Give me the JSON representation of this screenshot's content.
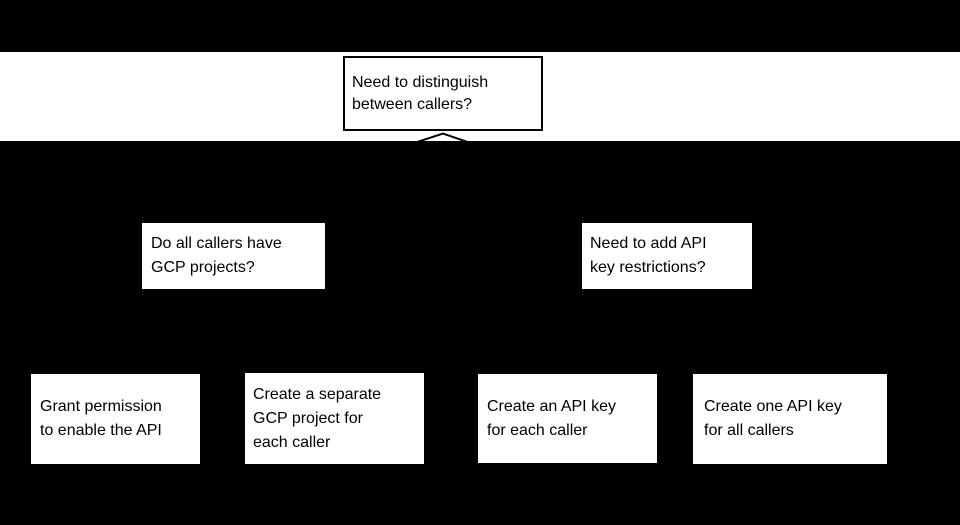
{
  "flowchart": {
    "root": {
      "lines": [
        "Need to distinguish",
        "between callers?"
      ]
    },
    "branch_left": {
      "lines": [
        "Do all callers have",
        "GCP projects?"
      ]
    },
    "branch_right": {
      "lines": [
        "Need to add API",
        "key restrictions?"
      ]
    },
    "leaf_grant_permission": {
      "lines": [
        "Grant permission",
        "to enable the API"
      ]
    },
    "leaf_separate_project": {
      "lines": [
        "Create a separate",
        "GCP project for",
        "each caller"
      ]
    },
    "leaf_key_each_caller": {
      "lines": [
        "Create an API key",
        "for each caller"
      ]
    },
    "leaf_key_all_callers": {
      "lines": [
        "Create one API key",
        "for all callers"
      ]
    },
    "colors": {
      "background": "#000000",
      "node_fill": "#ffffff",
      "node_text": "#000000",
      "band_fill": "#ffffff",
      "connector": "#000000"
    }
  }
}
